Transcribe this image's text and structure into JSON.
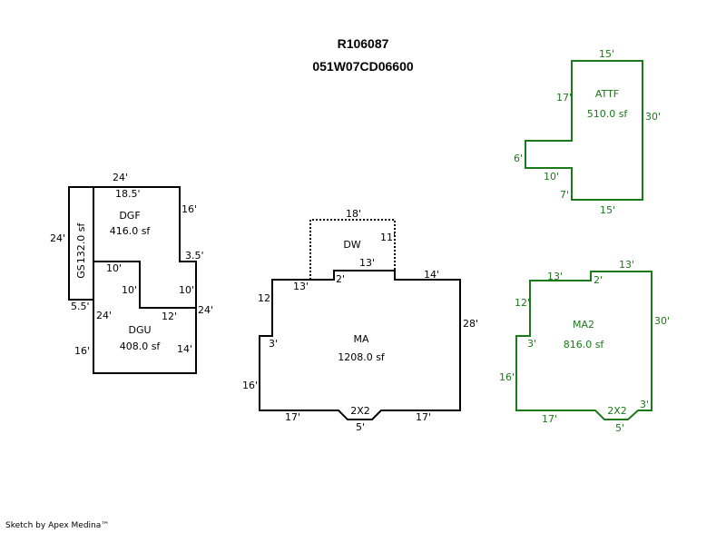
{
  "header": {
    "parcel_id": "R106087",
    "map_number": "051W07CD06600"
  },
  "colors": {
    "primary": "#000000",
    "secondary": "#1a7a1a"
  },
  "areas": {
    "gs": {
      "code": "GS",
      "area": "132.0 sf",
      "dims": {
        "left": "24'",
        "bottom": "5.5'"
      }
    },
    "dgf": {
      "code": "DGF",
      "area": "416.0 sf",
      "dims": {
        "top_outer": "24'",
        "top": "18.5'",
        "right": "16'",
        "step": "3.5'",
        "inner_top": "10'",
        "inner_side": "10'",
        "right2": "10'"
      }
    },
    "dgu": {
      "code": "DGU",
      "area": "408.0 sf",
      "dims": {
        "left_outer": "24'",
        "left": "16'",
        "inner": "12'",
        "right": "24'",
        "right_inner": "14'"
      }
    },
    "dw": {
      "code": "DW",
      "dims": {
        "top": "18'",
        "right": "11'"
      }
    },
    "ma": {
      "code": "MA",
      "area": "1208.0 sf",
      "dims": {
        "top_left": "13'",
        "step": "2'",
        "top_mid": "13'",
        "top_right": "14'",
        "left_upper": "12'",
        "jog": "3'",
        "left_lower": "16'",
        "right": "28'",
        "bottom_left": "17'",
        "bottom_right": "17'",
        "bay": "5'"
      },
      "bay_label": "2X2"
    },
    "attf": {
      "code": "ATTF",
      "area": "510.0 sf",
      "dims": {
        "top": "15'",
        "left_upper": "17'",
        "right": "30'",
        "bump_side": "6'",
        "bump_bottom": "10'",
        "left_lower": "7'",
        "bottom": "15'"
      }
    },
    "ma2": {
      "code": "MA2",
      "area": "816.0 sf",
      "dims": {
        "top_left": "13'",
        "step": "2'",
        "top_right": "13'",
        "left_upper": "12'",
        "jog": "3'",
        "left_lower": "16'",
        "right": "30'",
        "bottom_left": "17'",
        "bay": "5'",
        "corner": "3'"
      },
      "bay_label": "2X2"
    }
  },
  "footer": {
    "credit": "Sketch by Apex Medina™"
  }
}
